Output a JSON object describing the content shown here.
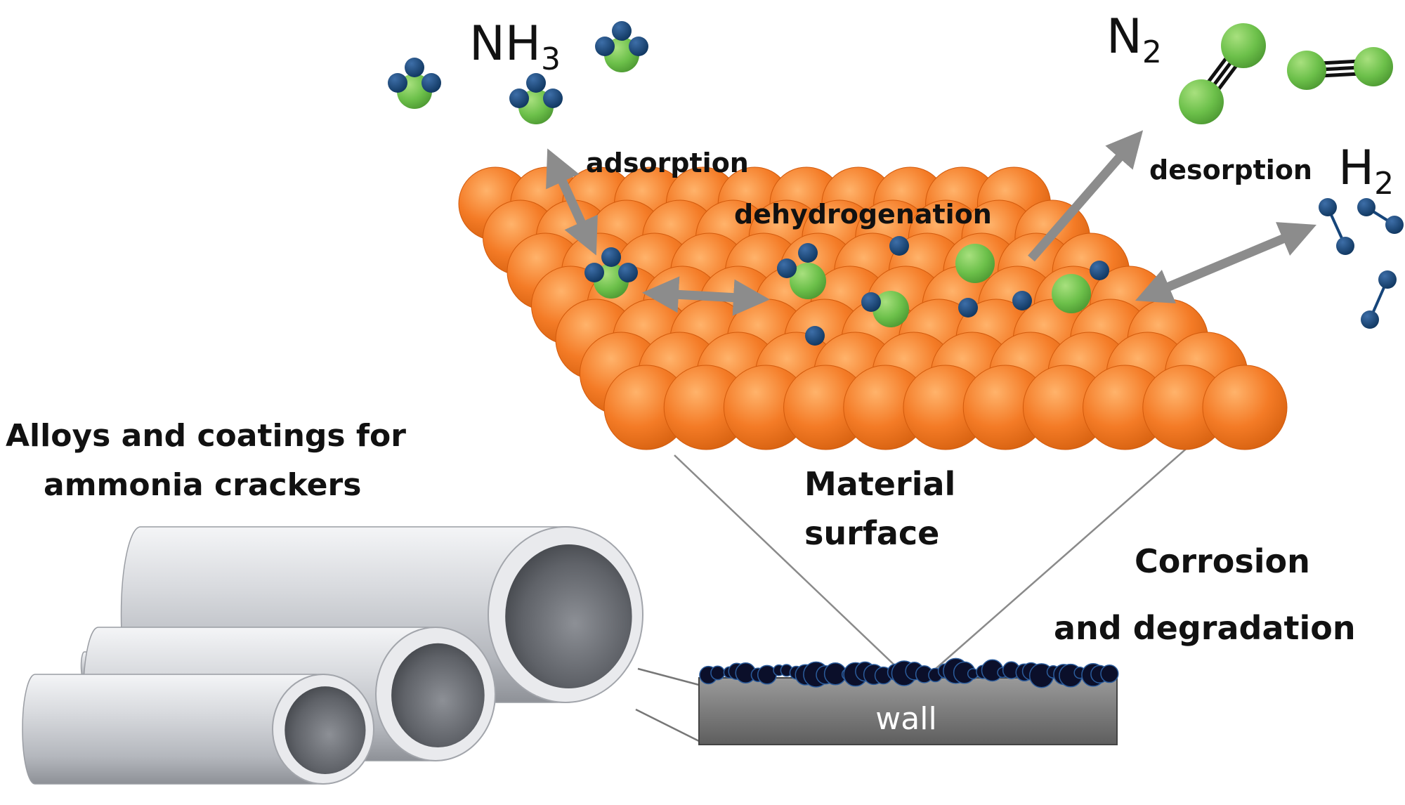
{
  "labels": {
    "nh3_main": "NH",
    "nh3_sub": "3",
    "n2_main": "N",
    "n2_sub": "2",
    "h2_main": "H",
    "h2_sub": "2",
    "adsorption": "adsorption",
    "dehydrogenation": "dehydrogenation",
    "desorption": "desorption",
    "alloys_line1": "Alloys and coatings for",
    "alloys_line2": "ammonia crackers",
    "material_line1": "Material",
    "material_line2": "surface",
    "corrosion_line1": "Corrosion",
    "corrosion_line2": "and degradation",
    "wall": "wall"
  },
  "colors": {
    "surface_atom": "#f47b26",
    "nitrogen": "#6cc04a",
    "hydrogen": "#16457a",
    "arrow": "#8c8c8c",
    "pipe": "#c9ccd1",
    "wall": "#7a7a7a",
    "deposit": "#0b0f2a"
  }
}
